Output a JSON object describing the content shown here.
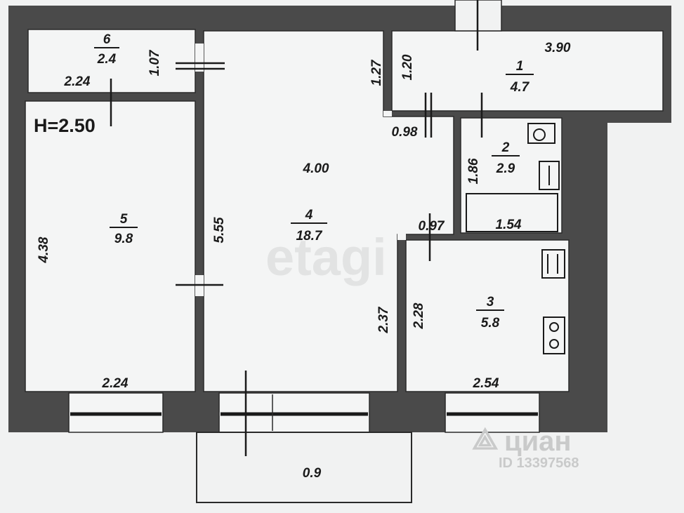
{
  "plan": {
    "ceiling_height": "H=2.50",
    "watermark_text": "etagi",
    "cian_brand": "циан",
    "cian_id": "ID 13397568",
    "rooms": [
      {
        "number": "1",
        "area": "4.7"
      },
      {
        "number": "2",
        "area": "2.9"
      },
      {
        "number": "3",
        "area": "5.8"
      },
      {
        "number": "4",
        "area": "18.7"
      },
      {
        "number": "5",
        "area": "9.8"
      },
      {
        "number": "6",
        "area": "2.4"
      }
    ],
    "dimensions": {
      "d_3_90": "3.90",
      "d_1_20": "1.20",
      "d_1_27": "1.27",
      "d_0_98": "0.98",
      "d_1_07": "1.07",
      "d_2_24_top": "2.24",
      "d_4_00": "4.00",
      "d_1_86": "1.86",
      "d_0_97": "0.97",
      "d_1_54": "1.54",
      "d_4_38": "4.38",
      "d_5_55": "5.55",
      "d_2_37": "2.37",
      "d_2_28": "2.28",
      "d_2_24_bottom": "2.24",
      "d_2_54": "2.54",
      "d_0_9": "0.9"
    },
    "colors": {
      "background": "#f1f2f2",
      "wall": "#4a4a4a",
      "room": "#f4f5f5",
      "ink": "#1a1a1a"
    }
  }
}
